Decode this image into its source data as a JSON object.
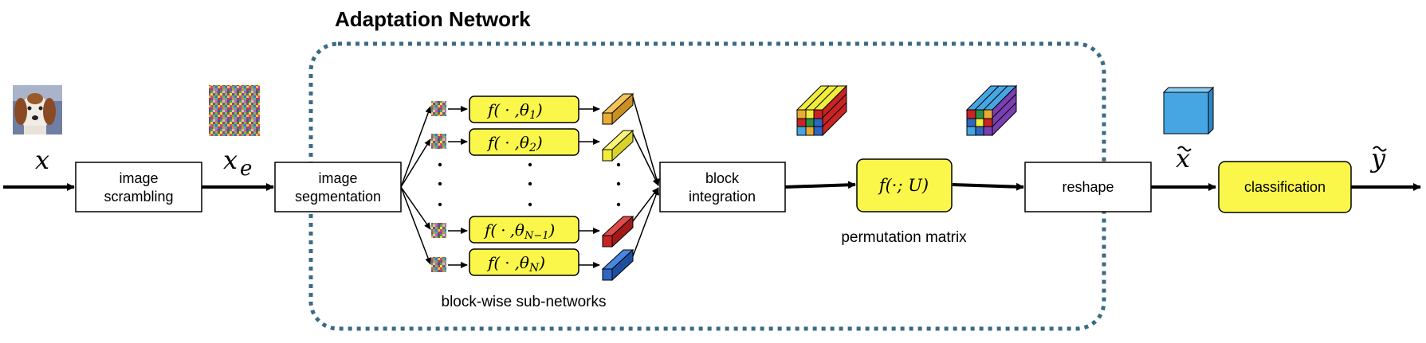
{
  "diagram": {
    "title": "Adaptation Network",
    "labels": {
      "input": "x",
      "encrypted": "x",
      "encrypted_sub": "e",
      "reshaped": "x",
      "output": "y"
    },
    "boxes": {
      "image_scrambling": [
        "image",
        "scrambling"
      ],
      "image_segmentation": [
        "image",
        "segmentation"
      ],
      "block_integration": [
        "block",
        "integration"
      ],
      "reshape": "reshape",
      "classification": "classification",
      "permutation": "f(·; U)"
    },
    "sub_networks": [
      {
        "fn": "f(",
        "dot": "·",
        "theta": ",θ",
        "sub": "1",
        "close": ")"
      },
      {
        "fn": "f(",
        "dot": "·",
        "theta": ",θ",
        "sub": "2",
        "close": ")"
      },
      {
        "fn": "f(",
        "dot": "·",
        "theta": ",θ",
        "sub": "N−1",
        "close": ")"
      },
      {
        "fn": "f(",
        "dot": "·",
        "theta": ",θ",
        "sub": "N",
        "close": ")"
      }
    ],
    "captions": {
      "sub_networks": "block-wise sub-networks",
      "permutation": "permutation matrix"
    },
    "colors": {
      "yellow_box": "#fbf74a",
      "dashed_border": "#3a6b85",
      "cube_blue": "#46a6e3",
      "block_orange": "#e6ac34",
      "block_yellow": "#f2ec3c",
      "block_red": "#c82424",
      "block_blue": "#2e67c2"
    }
  }
}
